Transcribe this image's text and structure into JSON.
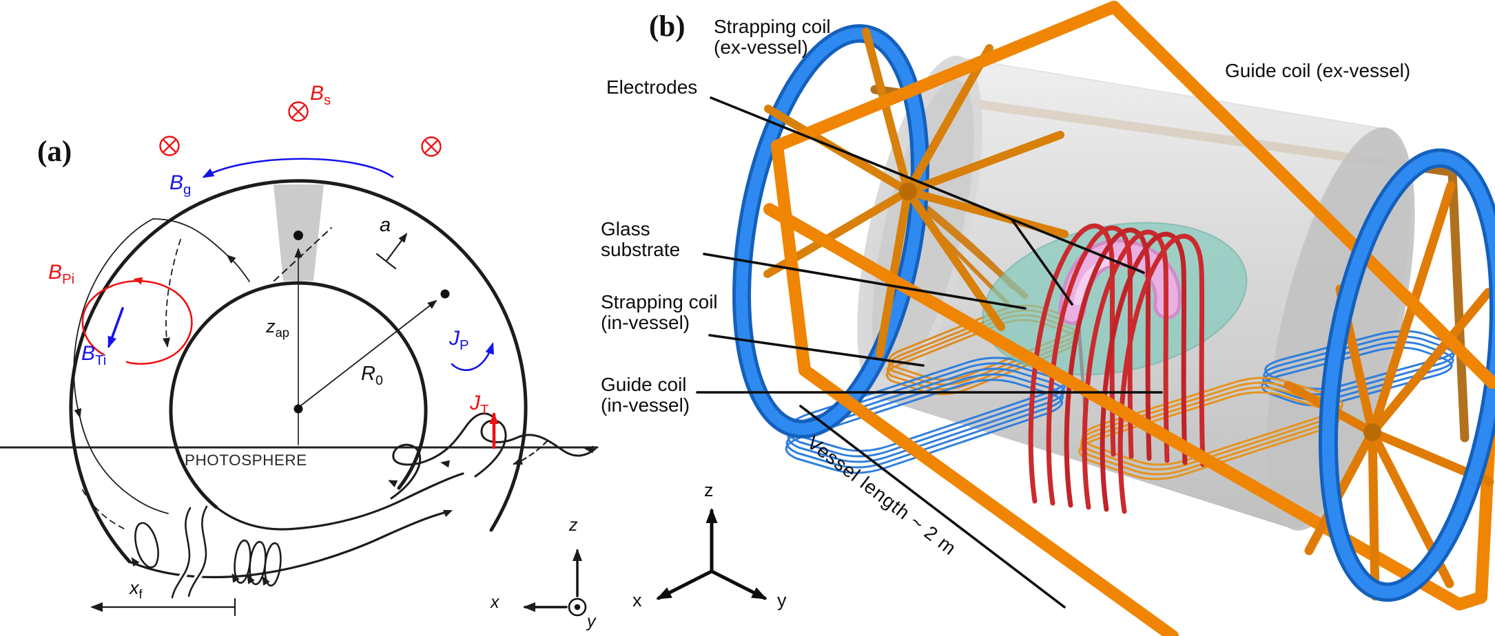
{
  "panel_a": {
    "tag": "(a)",
    "photosphere_label": "PHOTOSPHERE",
    "sym": {
      "bs": {
        "main": "B",
        "sub": "s"
      },
      "bg": {
        "main": "B",
        "sub": "g"
      },
      "bpi": {
        "main": "B",
        "sub": "Pi"
      },
      "bti": {
        "main": "B",
        "sub": "Ti"
      },
      "jp": {
        "main": "J",
        "sub": "P"
      },
      "jt": {
        "main": "J",
        "sub": "T"
      },
      "zap": {
        "main": "z",
        "sub": "ap"
      },
      "r0": {
        "main": "R",
        "sub": "0"
      },
      "a_minor": {
        "main": "a",
        "sub": ""
      },
      "xf": {
        "main": "x",
        "sub": "f"
      }
    },
    "axes": {
      "x": "x",
      "y": "y",
      "z": "z"
    },
    "colors": {
      "red": "#ee1111",
      "blue": "#1512ee",
      "line_black": "#1c1c1c",
      "gray_wedge": "#cbcbcb"
    }
  },
  "panel_b": {
    "tag": "(b)",
    "labels": {
      "strapping_ex_line1": "Strapping coil",
      "strapping_ex_line2": "(ex-vessel)",
      "guide_ex": "Guide coil (ex-vessel)",
      "electrodes": "Electrodes",
      "glass_line1": "Glass",
      "glass_line2": "substrate",
      "strapping_in_line1": "Strapping coil",
      "strapping_in_line2": "(in-vessel)",
      "guide_in_line1": "Guide coil",
      "guide_in_line2": "(in-vessel)",
      "vessel_length": "Vessel length ~ 2 m"
    },
    "axes": {
      "x": "x",
      "y": "y",
      "z": "z"
    },
    "colors": {
      "coil_orange": "#ef8503",
      "coil_blue": "#2e8af0",
      "vessel_gray": "#c6c6c6",
      "glass_teal": "#82cabc",
      "plasma_pink": "#eab0e2",
      "electrode_coil_red": "#cb2a2e"
    }
  }
}
